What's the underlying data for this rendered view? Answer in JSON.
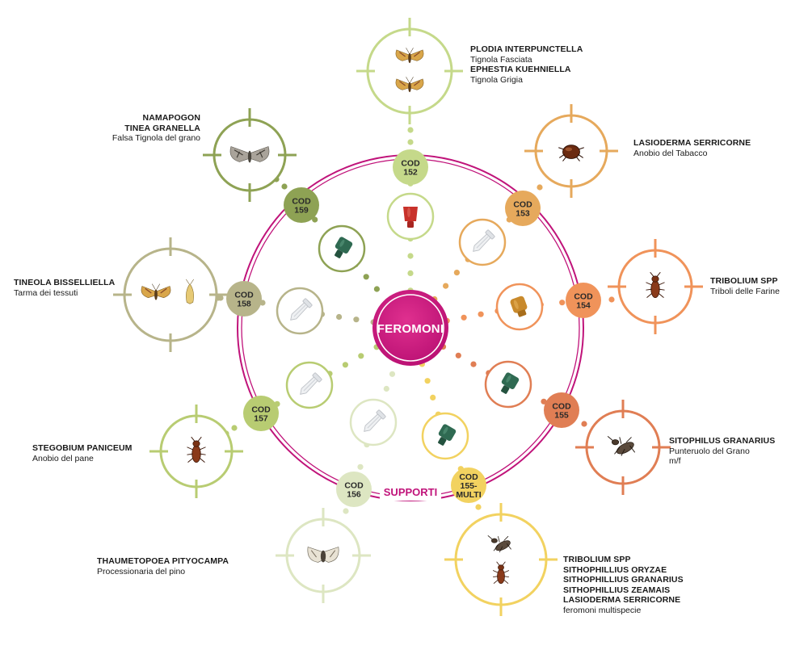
{
  "hub": {
    "label": "FEROMONI",
    "color": "#c81a82"
  },
  "ring": {
    "label": "SUPPORTI",
    "color": "#c0137a"
  },
  "codes": [
    {
      "id": "152",
      "lines": [
        "COD",
        "152"
      ],
      "color": "#c5d98a",
      "support": "red-cap"
    },
    {
      "id": "153",
      "lines": [
        "COD",
        "153"
      ],
      "color": "#e6a95c",
      "support": "white-vial"
    },
    {
      "id": "154",
      "lines": [
        "COD",
        "154"
      ],
      "color": "#f0935a",
      "support": "amber-cap"
    },
    {
      "id": "155",
      "lines": [
        "COD",
        "155"
      ],
      "color": "#e07e54",
      "support": "green-cap"
    },
    {
      "id": "155-MULTI",
      "lines": [
        "COD",
        "155-",
        "MULTI"
      ],
      "color": "#f2d260",
      "support": "green-cap"
    },
    {
      "id": "156",
      "lines": [
        "COD",
        "156"
      ],
      "color": "#dde6c2",
      "support": "white-vial"
    },
    {
      "id": "157",
      "lines": [
        "COD",
        "157"
      ],
      "color": "#b8cc72",
      "support": "white-vial"
    },
    {
      "id": "158",
      "lines": [
        "COD",
        "158"
      ],
      "color": "#b7b48a",
      "support": "white-vial"
    },
    {
      "id": "159",
      "lines": [
        "COD",
        "159"
      ],
      "color": "#8ea254",
      "support": "green-cap"
    }
  ],
  "targets": [
    {
      "code": "152",
      "insect": "moth",
      "insects": [
        "moth",
        "moth"
      ],
      "species": [
        "PLODIA INTERPUNCTELLA",
        "Tignola Fasciata",
        "EPHESTIA KUEHNIELLA",
        "Tignola Grigia"
      ],
      "styles": [
        "sp",
        "cn",
        "sp",
        "cn"
      ]
    },
    {
      "code": "153",
      "insect": "beetle-round",
      "insects": [
        "beetle-round"
      ],
      "species": [
        "LASIODERMA SERRICORNE",
        "Anobio del Tabacco"
      ],
      "styles": [
        "sp",
        "cn"
      ]
    },
    {
      "code": "154",
      "insect": "beetle-long",
      "insects": [
        "beetle-long"
      ],
      "species": [
        "TRIBOLIUM SPP",
        "Triboli delle Farine"
      ],
      "styles": [
        "sp",
        "cn"
      ]
    },
    {
      "code": "155",
      "insect": "weevil",
      "insects": [
        "weevil"
      ],
      "species": [
        "SITOPHILUS GRANARIUS",
        "Punteruolo del Grano",
        "m/f"
      ],
      "styles": [
        "sp",
        "cn",
        "cn"
      ]
    },
    {
      "code": "155-MULTI",
      "insect": "weevil",
      "insects": [
        "weevil",
        "beetle-long"
      ],
      "species": [
        "TRIBOLIUM SPP",
        "SITHOPHILLIUS ORYZAE",
        "SITHOPHILLIUS GRANARIUS",
        "SITHOPHILLIUS ZEAMAIS",
        "LASIODERMA SERRICORNE",
        "feromoni multispecie"
      ],
      "styles": [
        "sp",
        "sp",
        "sp",
        "sp",
        "sp",
        "cn"
      ]
    },
    {
      "code": "156",
      "insect": "moth-white",
      "insects": [
        "moth-white"
      ],
      "species": [
        "THAUMETOPOEA PITYOCAMPA",
        "Processionaria del pino"
      ],
      "styles": [
        "sp",
        "cn"
      ]
    },
    {
      "code": "157",
      "insect": "beetle-long",
      "insects": [
        "beetle-long"
      ],
      "species": [
        "STEGOBIUM PANICEUM",
        "Anobio del pane"
      ],
      "styles": [
        "sp",
        "cn"
      ]
    },
    {
      "code": "158",
      "insect": "moth",
      "insects": [
        "moth",
        "moth-small"
      ],
      "species": [
        "TINEOLA BISSELLIELLA",
        "Tarma dei tessuti"
      ],
      "styles": [
        "sp",
        "cn"
      ]
    },
    {
      "code": "159",
      "insect": "moth-grey",
      "insects": [
        "moth-grey"
      ],
      "species": [
        "NAMAPOGON",
        "TINEA GRANELLA",
        "Falsa Tignola del grano"
      ],
      "styles": [
        "sp",
        "sp",
        "cn"
      ]
    }
  ]
}
